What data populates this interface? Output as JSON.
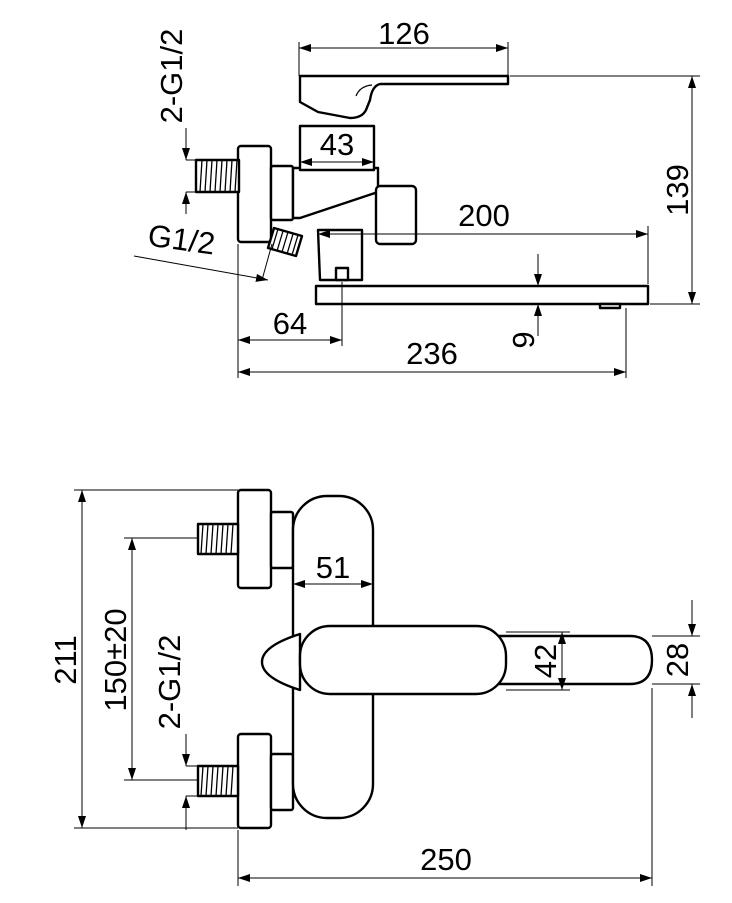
{
  "side_view": {
    "handle_length": "126",
    "body_width": "43",
    "height": "139",
    "spout_reach": "200",
    "inlet_thread": "2-G1/2",
    "outlet_thread": "G1/2",
    "wall_offset": "64",
    "spout_thickness": "9",
    "total_depth": "236"
  },
  "front_view": {
    "total_height": "211",
    "inlet_spacing": "150±20",
    "inlet_thread": "2-G1/2",
    "body_width": "51",
    "handle_width": "42",
    "spout_width": "28",
    "total_length": "250"
  }
}
